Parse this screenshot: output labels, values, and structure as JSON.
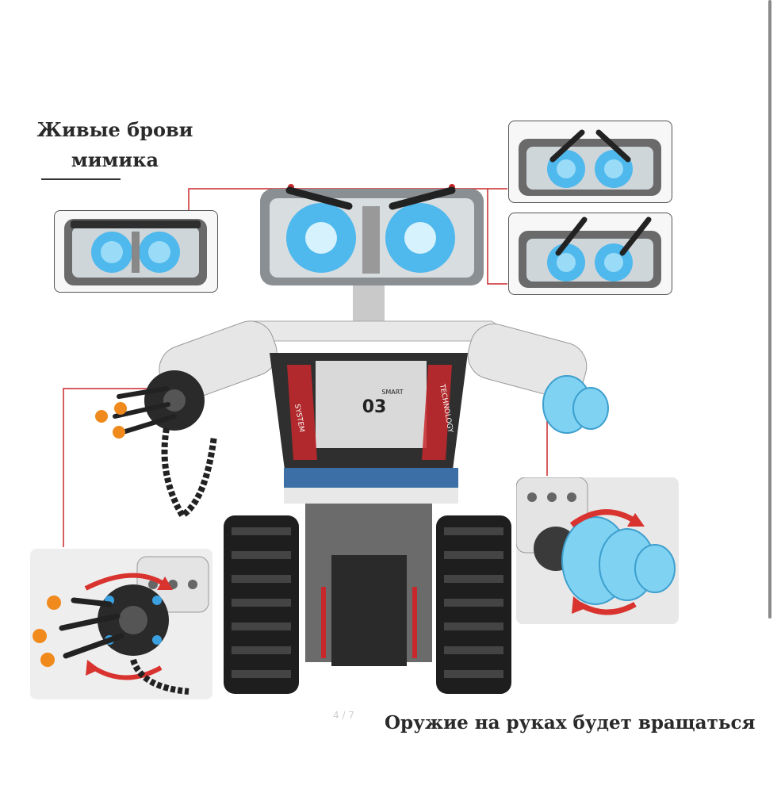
{
  "captions": {
    "eyebrows": "Живые брови\nмимика",
    "weapons": "Оружие на руках будет вращаться"
  },
  "robot": {
    "chest_number": "03",
    "chest_label_small": "SMART",
    "side_left": "SYSTEM",
    "side_right": "TECHNOLOGY"
  },
  "watermark": "4 / 7",
  "colors": {
    "callout_line": "#c8282c",
    "eye_glow": "#5ec8f5",
    "drill_blue": "#6cc8ee",
    "arrow_red": "#d8332e",
    "dart_orange": "#f08a1d"
  },
  "icons": {
    "rotation": "rotation-arrows-icon"
  }
}
